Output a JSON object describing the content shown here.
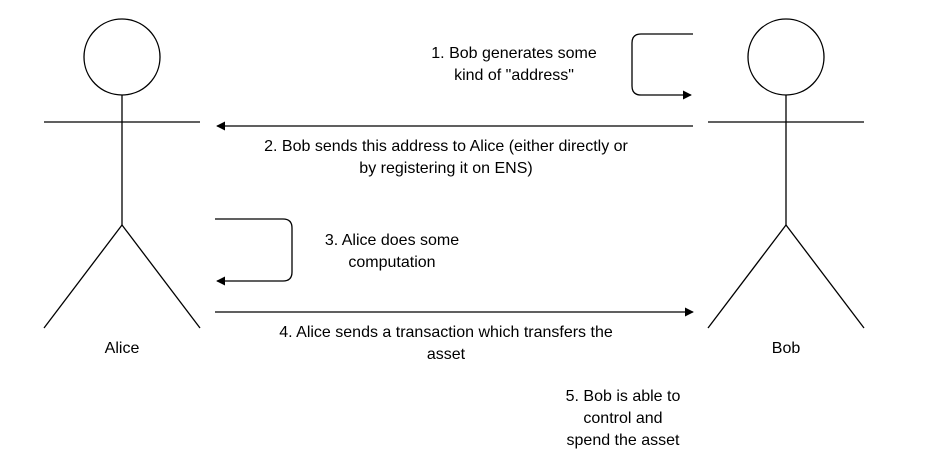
{
  "actors": {
    "alice": {
      "name": "Alice"
    },
    "bob": {
      "name": "Bob"
    }
  },
  "steps": [
    {
      "id": 1,
      "line1": "1. Bob generates some",
      "line2": "kind of \"address\""
    },
    {
      "id": 2,
      "line1": "2. Bob sends this address to Alice (either directly or",
      "line2": "by registering it on ENS)"
    },
    {
      "id": 3,
      "line1": "3. Alice does some",
      "line2": "computation"
    },
    {
      "id": 4,
      "line1": "4. Alice sends a transaction which transfers the",
      "line2": "asset"
    },
    {
      "id": 5,
      "line1": "5. Bob is able to",
      "line2": "control and",
      "line3": "spend the asset"
    }
  ],
  "colors": {
    "stroke": "#000000",
    "background": "#ffffff",
    "text": "#000000"
  }
}
